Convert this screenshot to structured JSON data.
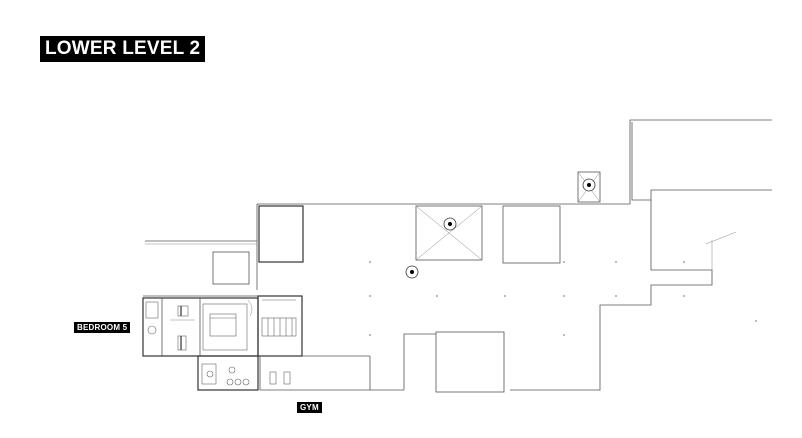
{
  "title": "LOWER LEVEL 2",
  "rooms": {
    "bedroom": "BEDROOM 5",
    "gym": "GYM"
  },
  "colors": {
    "label_bg": "#000000",
    "label_text": "#ffffff",
    "linework": "#555555",
    "background": "#ffffff"
  }
}
